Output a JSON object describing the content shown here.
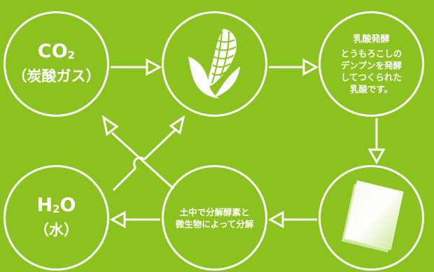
{
  "nodes": {
    "co2": {
      "formula_main": "CO",
      "formula_sub": "2",
      "label": "（炭酸ガス）"
    },
    "corn": {
      "icon": "corn-icon"
    },
    "lactic": {
      "title": "乳酸発酵",
      "lines": [
        "とうもろこしの",
        "デンプンを発酵",
        "してつくられた",
        "乳酸です。"
      ]
    },
    "h2o": {
      "formula_main1": "H",
      "formula_sub": "2",
      "formula_main2": "O",
      "label": "（水）"
    },
    "decomp": {
      "lines": [
        "土中で分解酵素と",
        "微生物によって分解"
      ]
    },
    "film": {
      "icon": "plastic-film-icon"
    }
  },
  "colors": {
    "background": "#8cc21f",
    "stroke": "#ffffff"
  }
}
